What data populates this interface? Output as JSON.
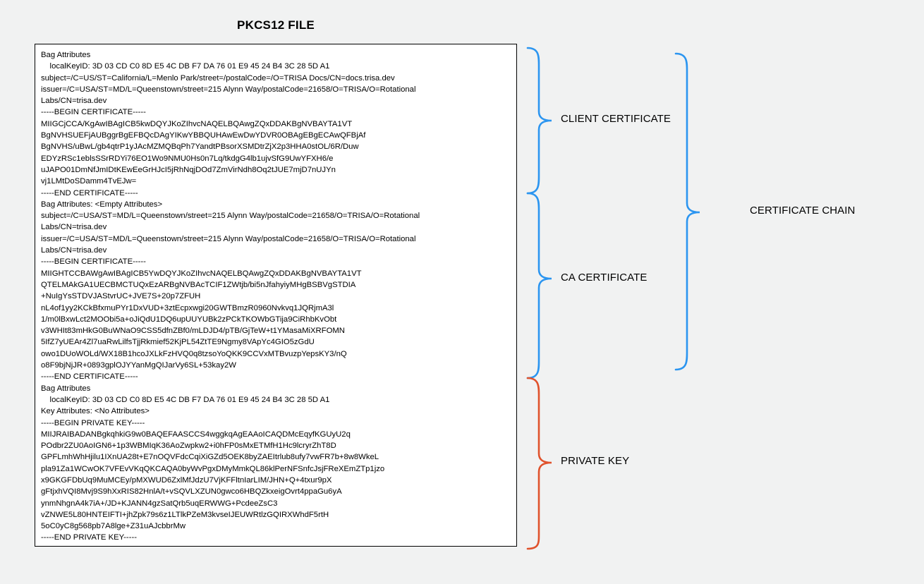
{
  "title": "PKCS12 FILE",
  "colors": {
    "background": "#f1f2f2",
    "box_background": "#ffffff",
    "box_border": "#000000",
    "brace_blue": "#2b95f0",
    "brace_orange": "#e0522c",
    "text": "#000000"
  },
  "file": {
    "lines": [
      "Bag Attributes",
      "    localKeyID: 3D 03 CD C0 8D E5 4C DB F7 DA 76 01 E9 45 24 B4 3C 28 5D A1",
      "subject=/C=US/ST=California/L=Menlo Park/street=/postalCode=/O=TRISA Docs/CN=docs.trisa.dev",
      "issuer=/C=USA/ST=MD/L=Queenstown/street=215 Alynn Way/postalCode=21658/O=TRISA/O=Rotational",
      "Labs/CN=trisa.dev",
      "-----BEGIN CERTIFICATE-----",
      "MIIGCjCCA/KgAwIBAgICB5kwDQYJKoZIhvcNAQELBQAwgZQxDDAKBgNVBAYTA1VT",
      "BgNVHSUEFjAUBggrBgEFBQcDAgYIKwYBBQUHAwEwDwYDVR0OBAgEBgECAwQFBjAf",
      "BgNVHS/uBwL/gb4qtrP1yJAcMZMQBqPh7YandtPBsorXSMDtrZjX2p3HHA0stOL/6R/Duw",
      "EDYzRSc1eblsSSrRDYi76EO1Wo9NMU0Hs0n7Lq/tkdgG4lb1ujvSfG9UwYFXH6/e",
      "uJAPO01DmNfJmIDtKEwEeGrHJcI5jRhNqjDOd7ZmVirNdh8Oq2tJUE7mjD7nUJYn",
      "vj1LMtDoSDamm4TvEJw=",
      "-----END CERTIFICATE-----",
      "Bag Attributes: <Empty Attributes>",
      "subject=/C=USA/ST=MD/L=Queenstown/street=215 Alynn Way/postalCode=21658/O=TRISA/O=Rotational",
      "Labs/CN=trisa.dev",
      "issuer=/C=USA/ST=MD/L=Queenstown/street=215 Alynn Way/postalCode=21658/O=TRISA/O=Rotational",
      "Labs/CN=trisa.dev",
      "-----BEGIN CERTIFICATE-----",
      "MIIGHTCCBAWgAwIBAgICB5YwDQYJKoZIhvcNAQELBQAwgZQxDDAKBgNVBAYTA1VT",
      "QTELMAkGA1UECBMCTUQxEzARBgNVBAcTCIF1ZWtjb/bi5nJfahyiyMHgBSBVgSTDIA",
      "+NuIgYsSTDVJAStvrUC+JVE7S+20p7ZFUH",
      "nL4of1yy2KCkBfxmuPYr1DxVUD+3ztEcpxwgi20GWTBmzR0960Nvkvq1JQRjmA3l",
      "1/m0lBxwLct2MOObi5a+oJiQdU1DQ6upUUYUBk2zPCkTKOWbGTija9CiRhbKvObt",
      "v3WHIt83mHkG0BuWNaO9CSS5dfnZBf0/mLDJD4/pTB/GjTeW+t1YMasaMiXRFOMN",
      "5IfZ7yUEAr4Zl7uaRwLilfsTjjRkmief52KjPL54ZtTE9Ngmy8VApYc4GIO5zGdU",
      "owo1DUoWOLd/WX18B1hcoJXLkFzHVQ0q8tzsoYoQKK9CCVxMTBvuzpYepsKY3/nQ",
      "o8F9bjNjJR+0893gplOJYYanMgQIJarVy6SL+53kay2W",
      "-----END CERTIFICATE-----",
      "Bag Attributes",
      "    localKeyID: 3D 03 CD C0 8D E5 4C DB F7 DA 76 01 E9 45 24 B4 3C 28 5D A1",
      "Key Attributes: <No Attributes>",
      "-----BEGIN PRIVATE KEY-----",
      "MIIJRAIBADANBgkqhkiG9w0BAQEFAASCCS4wggkqAgEAAoICAQDMcEqyfKGUyU2q",
      "POdbr2ZU0AoIGN6+1p3WBMIqK36AoZwpkw2+i0hFP0sMxETMfH1Hc9lcryrZhT8D",
      "GPFLmhWhHjilu1IXnUA28t+E7nOQVFdcCqiXiGZd5OEK8byZAEItrlub8ufy7vwFR7b+8w8WkeL",
      "pla91Za1WCwOK7VFEvVKqQKCAQA0byWvPgxDMyMmkQL86klPerNFSnfcJsjFReXEmZTp1jzo",
      "x9GKGFDbUq9MuMCEy/pMXWUD6ZxlMfJdzU7VjKFFltnIarLIM/JHN+Q+4txur9pX",
      "gFtjxhVQI8Mvj9S9hXxRIS82HnlA/t+vSQVLXZUN0gwco6HBQZkxeigOvrt4ppaGu6yA",
      "ynmNhgnA4k7iA+/JD+KJANN4gzSatQrb5uqERWWG+PcdeeZsC3",
      "vZNWE5L80HNTEIFTI+jhZpk79s6z1LTlkPZeM3kvseIJEUWRtlzGQIRXWhdF5rtH",
      "5oC0yC8g568pb7A8lge+Z31uAJcbbrMw",
      "-----END PRIVATE KEY-----"
    ]
  },
  "annotations": [
    {
      "id": "client-certificate",
      "label": "CLIENT CERTIFICATE",
      "color": "#2b95f0"
    },
    {
      "id": "ca-certificate",
      "label": "CA CERTIFICATE",
      "color": "#2b95f0"
    },
    {
      "id": "private-key",
      "label": "PRIVATE KEY",
      "color": "#e0522c"
    },
    {
      "id": "certificate-chain",
      "label": "CERTIFICATE CHAIN",
      "color": "#2b95f0"
    }
  ]
}
